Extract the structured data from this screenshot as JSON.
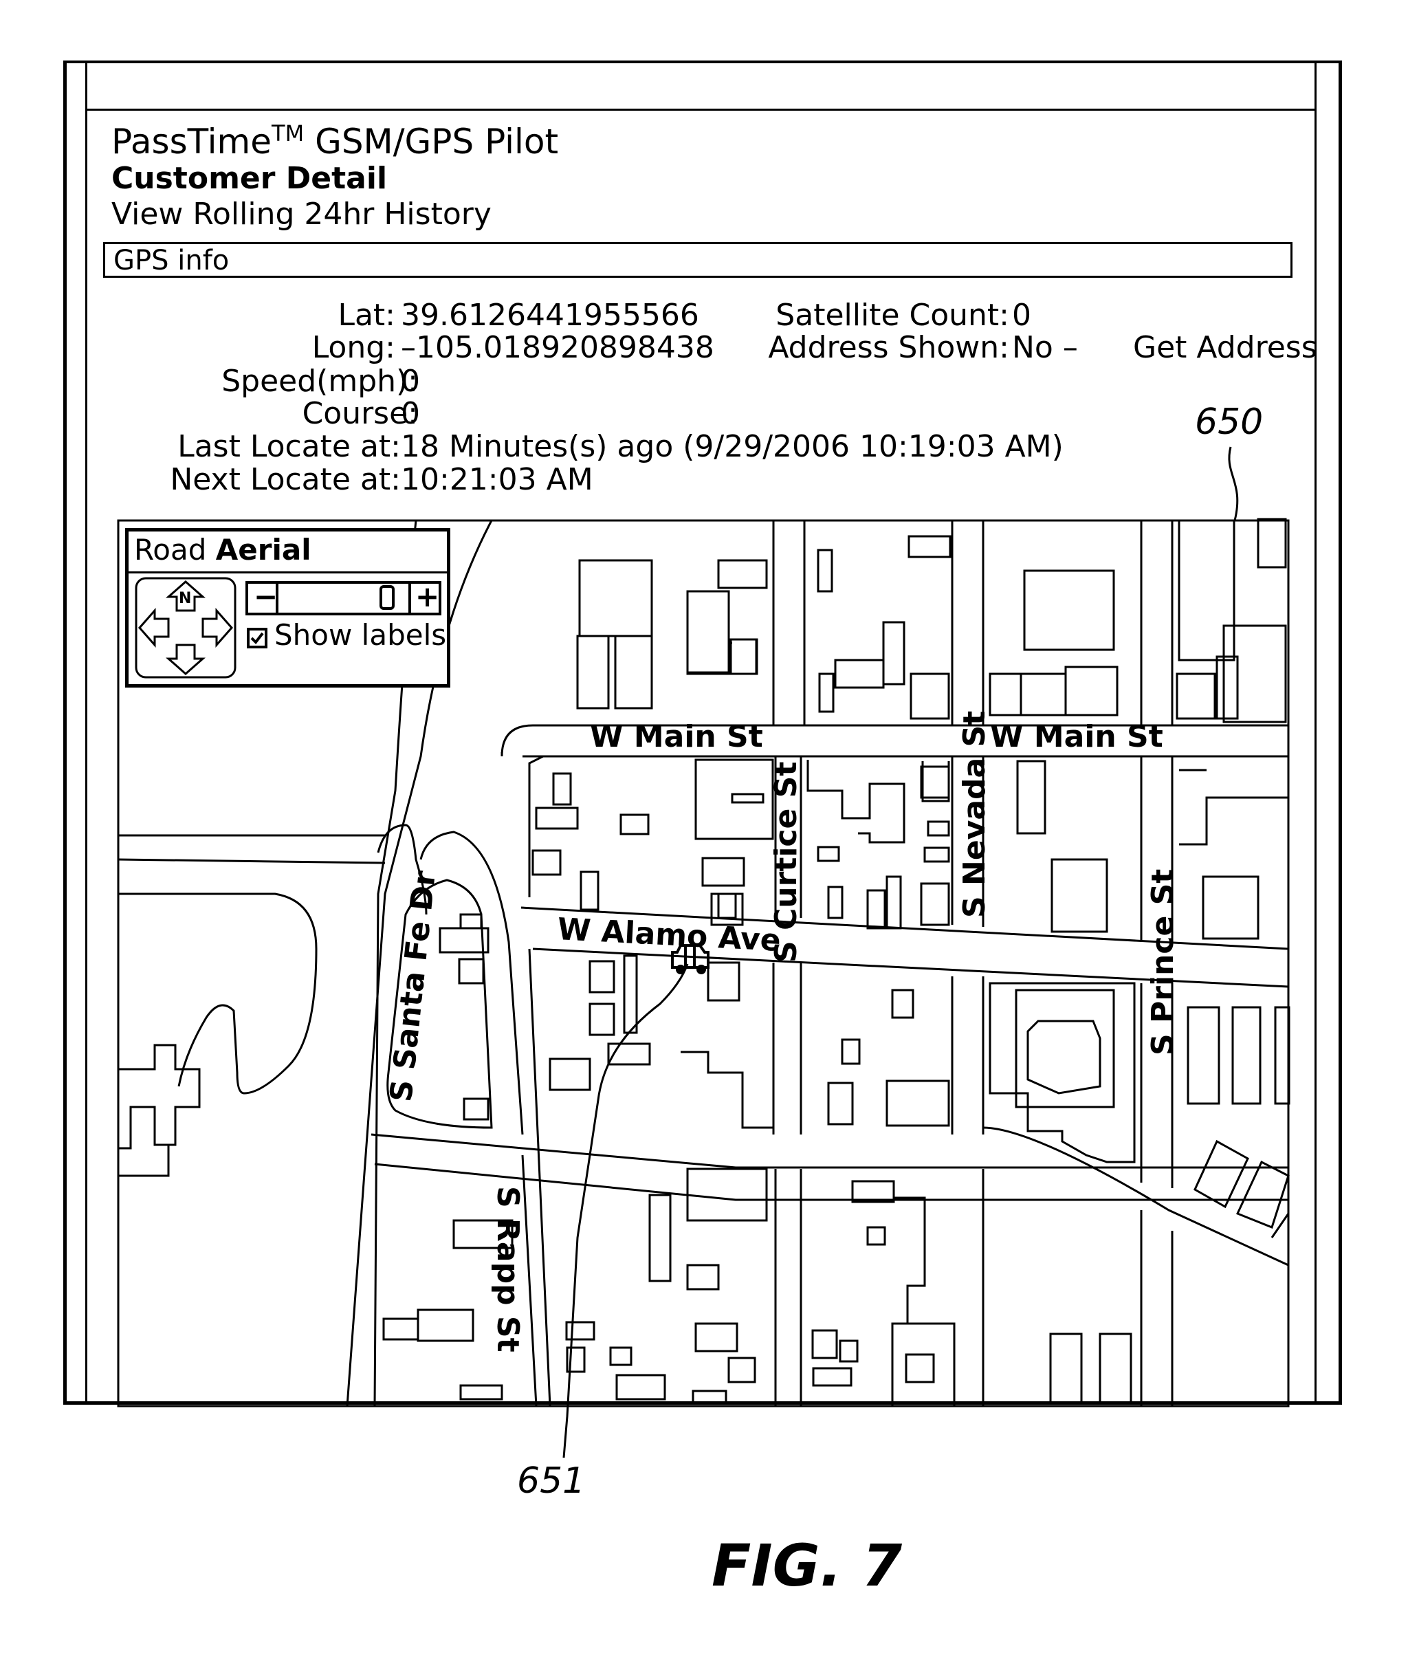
{
  "header": {
    "app_name": "PassTime",
    "trademark": "TM",
    "app_suffix": "GSM/GPS Pilot",
    "page_title": "Customer Detail",
    "history_link": "View Rolling 24hr History"
  },
  "gps_section": {
    "title": "GPS info",
    "fields": {
      "lat_label": "Lat:",
      "lat_value": "39.6126441955566",
      "long_label": "Long:",
      "long_value": "–105.018920898438",
      "speed_label": "Speed(mph):",
      "speed_value": "0",
      "course_label": "Course:",
      "course_value": "0",
      "last_locate_label": "Last Locate at:",
      "last_locate_value": "18 Minutes(s) ago (9/29/2006 10:19:03 AM)",
      "next_locate_label": "Next Locate at:",
      "next_locate_value": "10:21:03 AM",
      "sat_label": "Satellite Count:",
      "sat_value": "0",
      "address_label": "Address Shown:",
      "address_value": "No",
      "address_sep": "–",
      "get_address": "Get Address"
    }
  },
  "map_controls": {
    "mode_road": "Road",
    "mode_aerial": "Aerial",
    "compass_north": "N",
    "zoom_minus": "−",
    "zoom_plus": "+",
    "zoom_level": 0.9,
    "show_labels": "Show labels",
    "show_labels_checked": true
  },
  "street_labels": {
    "w_main_1": "W Main St",
    "w_main_2": "W Main St",
    "w_alamo": "W Alamo Ave",
    "s_curtice": "S Curtice St",
    "s_nevada": "S Nevada St",
    "s_prince": "S Prince St",
    "s_santa_fe": "S Santa Fe Dr",
    "s_rapp": "S Rapp St"
  },
  "callouts": {
    "ref_650": "650",
    "ref_651": "651"
  },
  "figure_label": "FIG. 7"
}
